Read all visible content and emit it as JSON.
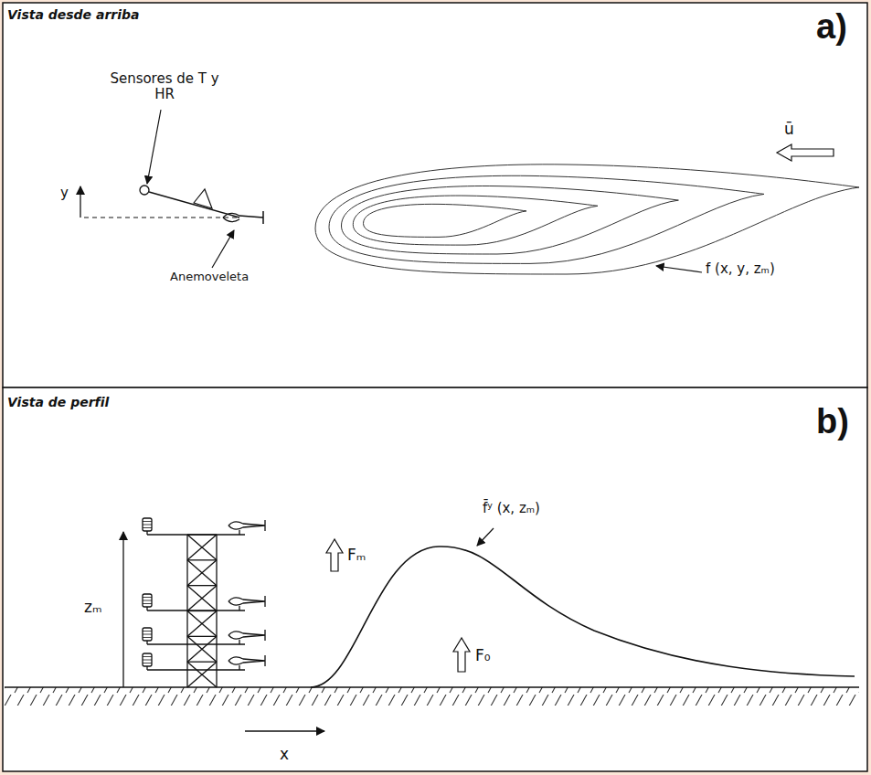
{
  "diagram": {
    "labels": [
      "Vista desde arriba",
      "a)",
      "ū",
      "Sensores de T y HR",
      "y",
      "Anemoveleta",
      "f (x, y, zₘ)",
      "Vista de perfil",
      "b)",
      "zₘ",
      "Fₘ",
      "f̄ʸ (x, zₘ)",
      "F₀",
      "x"
    ]
  }
}
